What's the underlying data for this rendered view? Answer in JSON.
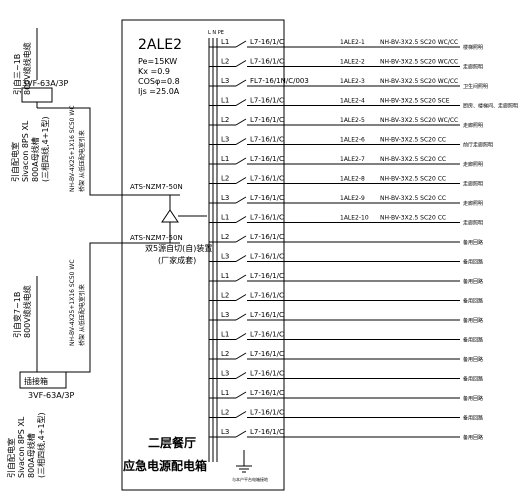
{
  "panel": {
    "id": "2ALE2",
    "params": [
      "Pe=15KW",
      "Kx =0.9",
      "COSφ=0.8",
      "Ijs =25.0A"
    ],
    "busbar_label": "L N PE",
    "caption_line1": "二层餐厅",
    "caption_line2": "应急电源配电箱",
    "ground_note": "与本户平台电箱接地"
  },
  "feeder_top": {
    "cable_rotated": [
      "引自三~1B",
      "800V缆线电缆"
    ],
    "breaker": "3VF-63A/3P",
    "source_rotated": [
      "引自配电室",
      "Sivacon 8PS XL",
      "800A母线槽",
      "(三相四线,4+1型)"
    ],
    "cable_text": "NH-BV-4X25+1X16 SC50 WC",
    "cable_note": "桥架  从低压配电室引来"
  },
  "feeder_bottom": {
    "cable_rotated": [
      "引自变7~1B",
      "800V缆线电缆"
    ],
    "box_label": "插接箱",
    "breaker": "3VF-63A/3P",
    "source_rotated": [
      "引自配电室",
      "Sivacon 8PS XL",
      "800A母线槽",
      "(三相四线,4+1型)"
    ],
    "cable_text": "NH-BV-4X25+1X16 SC50 WC",
    "cable_note": "桥架  从低压配电室引来"
  },
  "ats": {
    "label_top": "ATS-NZM7-50N",
    "label_bottom": "ATS-NZM7-50N",
    "desc1": "双5源自切(自)装置",
    "desc2": "(厂家成套)"
  },
  "circuits": [
    {
      "phase": "L1",
      "breaker": "L7-16/1/C",
      "id": "1ALE2-1",
      "cable": "NH-BV-3X2.5  SC20 WC/CC",
      "dest": "楼梯照明"
    },
    {
      "phase": "L2",
      "breaker": "L7-16/1/C",
      "id": "1ALE2-2",
      "cable": "NH-BV-3X2.5  SC20 WC/CC",
      "dest": "走廊照明"
    },
    {
      "phase": "L3",
      "breaker": "FL7-16/1N/C/003",
      "id": "1ALE2-3",
      "cable": "NH-BV-3X2.5  SC20 WC/CC",
      "dest": "卫生间照明"
    },
    {
      "phase": "L1",
      "breaker": "L7-16/1/C",
      "id": "1ALE2-4",
      "cable": "NH-BV-3X2.5  SC20 SCE",
      "dest": "厨房、楼梯间、走廊照明"
    },
    {
      "phase": "L2",
      "breaker": "L7-16/1/C",
      "id": "1ALE2-5",
      "cable": "NH-BV-3X2.5  SC20 WC/CC",
      "dest": "走廊照明"
    },
    {
      "phase": "L3",
      "breaker": "L7-16/1/C",
      "id": "1ALE2-6",
      "cable": "NH-BV-3X2.5  SC20 CC",
      "dest": "前厅走廊照明"
    },
    {
      "phase": "L1",
      "breaker": "L7-16/1/C",
      "id": "1ALE2-7",
      "cable": "NH-BV-3X2.5  SC20 CC",
      "dest": "走廊照明"
    },
    {
      "phase": "L2",
      "breaker": "L7-16/1/C",
      "id": "1ALE2-8",
      "cable": "NH-BV-3X2.5  SC20 CC",
      "dest": "走廊照明"
    },
    {
      "phase": "L3",
      "breaker": "L7-16/1/C",
      "id": "1ALE2-9",
      "cable": "NH-BV-3X2.5  SC20 CC",
      "dest": "走廊照明"
    },
    {
      "phase": "L1",
      "breaker": "L7-16/1/C",
      "id": "1ALE2-10",
      "cable": "NH-BV-3X2.5  SC20 CC",
      "dest": "走廊照明"
    },
    {
      "phase": "L2",
      "breaker": "L7-16/1/C",
      "id": "",
      "cable": "",
      "dest": "备用回路"
    },
    {
      "phase": "L3",
      "breaker": "L7-16/1/C",
      "id": "",
      "cable": "",
      "dest": "备用回路"
    },
    {
      "phase": "L1",
      "breaker": "L7-16/1/C",
      "id": "",
      "cable": "",
      "dest": "备用回路"
    },
    {
      "phase": "L2",
      "breaker": "L7-16/1/C",
      "id": "",
      "cable": "",
      "dest": "备用回路"
    },
    {
      "phase": "L3",
      "breaker": "L7-16/1/C",
      "id": "",
      "cable": "",
      "dest": "备用回路"
    },
    {
      "phase": "L1",
      "breaker": "L7-16/1/C",
      "id": "",
      "cable": "",
      "dest": "备用回路"
    },
    {
      "phase": "L2",
      "breaker": "L7-16/1/C",
      "id": "",
      "cable": "",
      "dest": "备用回路"
    },
    {
      "phase": "L3",
      "breaker": "L7-16/1/C",
      "id": "",
      "cable": "",
      "dest": "备用回路"
    },
    {
      "phase": "L1",
      "breaker": "L7-16/1/C",
      "id": "",
      "cable": "",
      "dest": "备用回路"
    },
    {
      "phase": "L2",
      "breaker": "L7-16/1/C",
      "id": "",
      "cable": "",
      "dest": "备用回路"
    },
    {
      "phase": "L3",
      "breaker": "L7-16/1/C",
      "id": "",
      "cable": "",
      "dest": "备用回路"
    }
  ]
}
